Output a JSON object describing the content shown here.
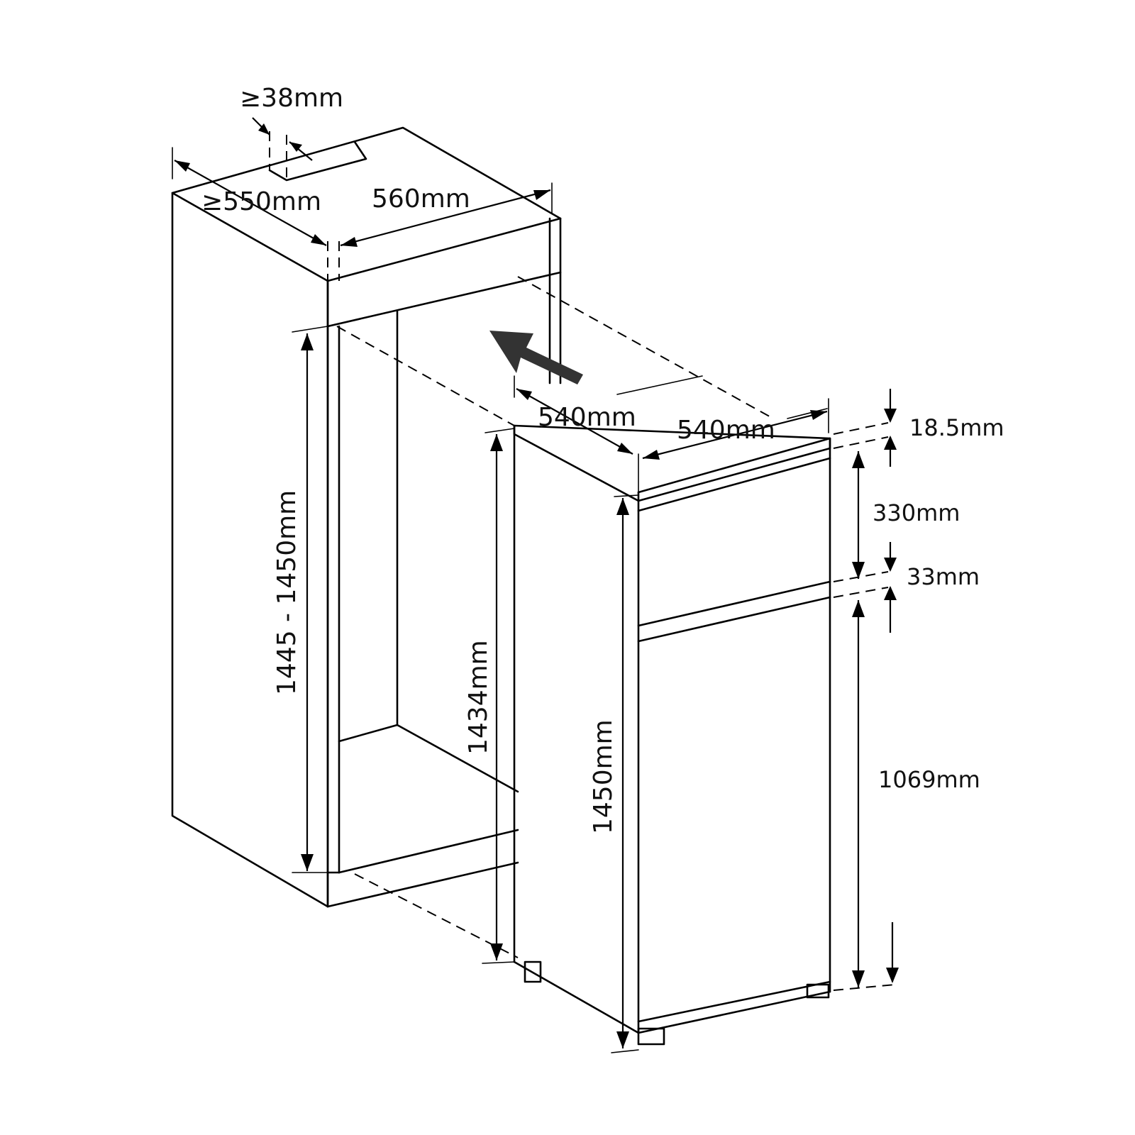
{
  "labels": {
    "niche_top_clearance": "≥38mm",
    "niche_depth": "≥550mm",
    "niche_width": "560mm",
    "niche_height": "1445 - 1450mm",
    "appliance_depth": "540mm",
    "appliance_width": "540mm",
    "door_height_lower": "1434mm",
    "appliance_height": "1450mm",
    "top_gap": "18.5mm",
    "upper_door": "330mm",
    "middle_gap": "33mm",
    "lower_door": "1069mm"
  },
  "colors": {
    "line": "#000000",
    "insert_arrow": "#333333",
    "background": "#ffffff"
  }
}
